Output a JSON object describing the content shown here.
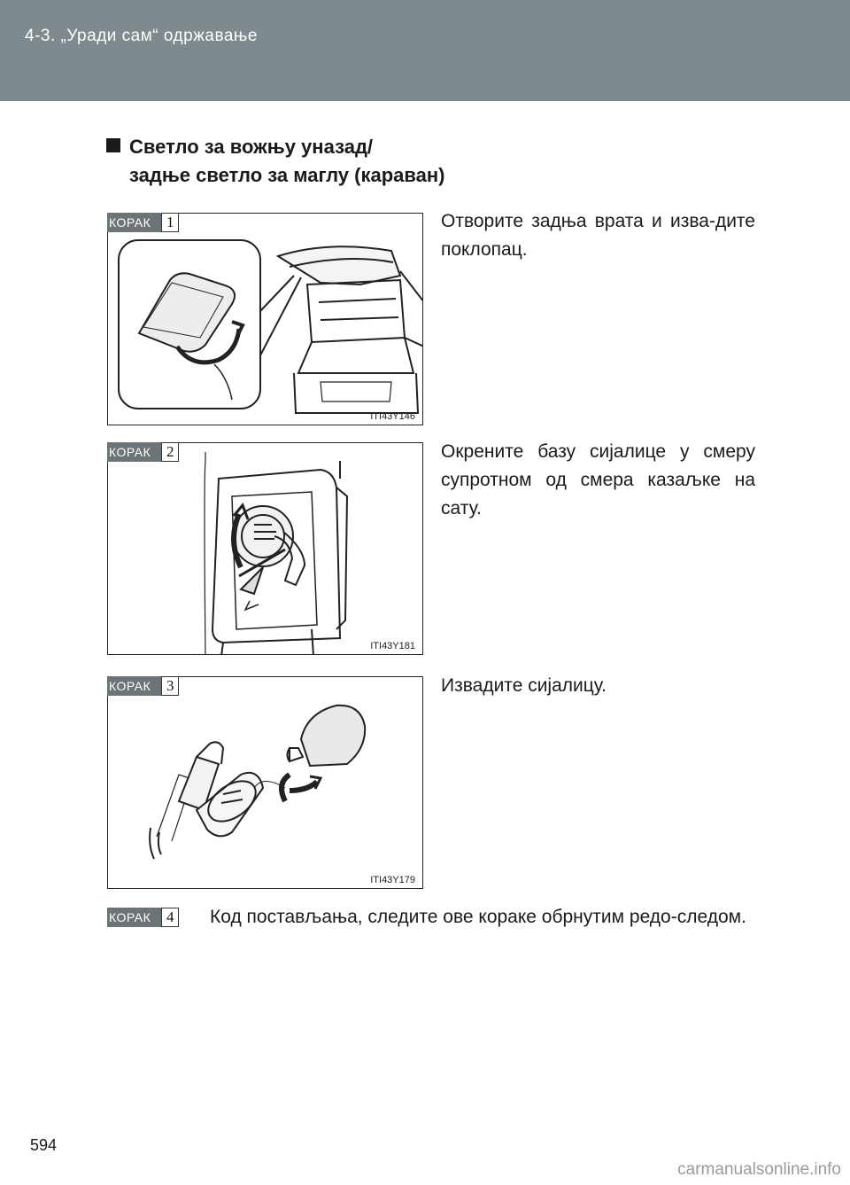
{
  "header": {
    "title": "4-3.  „Уради сам“ одржавање"
  },
  "section": {
    "title_line1": "Светло за вожњу уназад/",
    "title_line2": "задње светло за маглу (караван)"
  },
  "steps": [
    {
      "label": "КОРАК",
      "number": "1",
      "text": "Отворите задња врата и изва-дите поклопац.",
      "figure_code": "ITI43Y146"
    },
    {
      "label": "КОРАК",
      "number": "2",
      "text": "Окрените базу сијалице у смеру супротном од смера казаљке на сату.",
      "figure_code": "ITI43Y181"
    },
    {
      "label": "КОРАК",
      "number": "3",
      "text": "Извадите сијалицу.",
      "figure_code": "ITI43Y179"
    },
    {
      "label": "КОРАК",
      "number": "4",
      "text": "Код постављања, следите ове кораке обрнутим редо-следом."
    }
  ],
  "footer": {
    "page_number": "594",
    "watermark": "carmanualsonline.info"
  }
}
